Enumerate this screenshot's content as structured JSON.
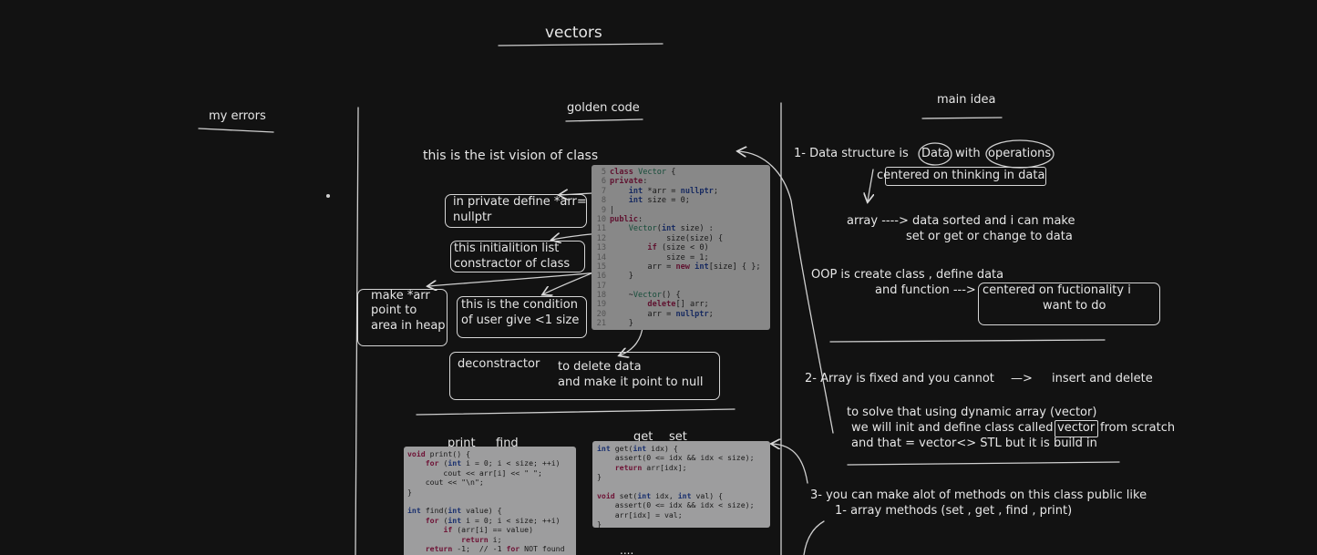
{
  "title": "vectors",
  "columns": {
    "errors": "my errors",
    "golden": "golden code",
    "idea": "main idea"
  },
  "golden": {
    "first_version": "this is the ist vision of class",
    "note_private": [
      "in private define *arr=",
      "nullptr"
    ],
    "note_init_list": [
      "this initialition list",
      "constractor of class"
    ],
    "note_heap": [
      "make *arr",
      "point to",
      "area in heap"
    ],
    "note_condition": [
      "this is the condition",
      "of user give <1 size"
    ],
    "note_destructor": "deconstractor",
    "note_delete": [
      "to delete data",
      "and make it point to null"
    ],
    "label_print": "print",
    "label_find": "find",
    "label_get": "get",
    "label_set": "set",
    "bottom_partial": "...."
  },
  "code_class": [
    {
      "n": "5",
      "t": "class Vector {"
    },
    {
      "n": "6",
      "t": "private:"
    },
    {
      "n": "7",
      "t": "    int *arr = nullptr;"
    },
    {
      "n": "8",
      "t": "    int size = 0;"
    },
    {
      "n": "9",
      "t": "|"
    },
    {
      "n": "10",
      "t": "public:"
    },
    {
      "n": "11",
      "t": "    Vector(int size) :"
    },
    {
      "n": "12",
      "t": "            size(size) {"
    },
    {
      "n": "13",
      "t": "        if (size < 0)"
    },
    {
      "n": "14",
      "t": "            size = 1;"
    },
    {
      "n": "15",
      "t": "        arr = new int[size] { };"
    },
    {
      "n": "16",
      "t": "    }"
    },
    {
      "n": "17",
      "t": ""
    },
    {
      "n": "18",
      "t": "    ~Vector() {"
    },
    {
      "n": "19",
      "t": "        delete[] arr;"
    },
    {
      "n": "20",
      "t": "        arr = nullptr;"
    },
    {
      "n": "21",
      "t": "    }"
    }
  ],
  "code_print_find": [
    "void print() {",
    "    for (int i = 0; i < size; ++i)",
    "        cout << arr[i] << \" \";",
    "    cout << \"\\n\";",
    "}",
    "",
    "int find(int value) {",
    "    for (int i = 0; i < size; ++i)",
    "        if (arr[i] == value)",
    "            return i;",
    "    return -1;  // -1 for NOT found",
    "}"
  ],
  "code_get_set": [
    "int get(int idx) {",
    "    assert(0 <= idx && idx < size);",
    "    return arr[idx];",
    "}",
    "",
    "void set(int idx, int val) {",
    "    assert(0 <= idx && idx < size);",
    "    arr[idx] = val;",
    "}"
  ],
  "idea": {
    "p1_a": "1- Data structure is",
    "p1_data": "Data",
    "p1_with": "with",
    "p1_ops": "operations",
    "p1_centered": "centered on thinking in data",
    "array_line1": "array ----> data sorted and i can make",
    "array_line2": "set or get or change to data",
    "oop_line1": "OOP is create class , define  data",
    "oop_line2": "and function --->",
    "oop_box": [
      "centered on fuctionality i",
      "want to do"
    ],
    "p2_line": "2- Array is fixed and you cannot",
    "p2_arrow": "—>",
    "p2_insert": "insert and delete",
    "solve1": "to solve that using dynamic array (vector)",
    "solve2a": "we will init and define class called",
    "solve2_vec": "vector",
    "solve2b": "from scratch",
    "solve3": "and that = vector<>  STL but it is build in",
    "p3_line1": "3- you can make alot of methods on this class public like",
    "p3_line2": "1- array methods (set , get , find , print)"
  },
  "colors": {
    "background": "#121212",
    "ink": "#e6e6e6",
    "keyword": "#a0144a",
    "type": "#1d3fa0",
    "class_name": "#1a7d5a",
    "number": "#1a6b8f"
  }
}
